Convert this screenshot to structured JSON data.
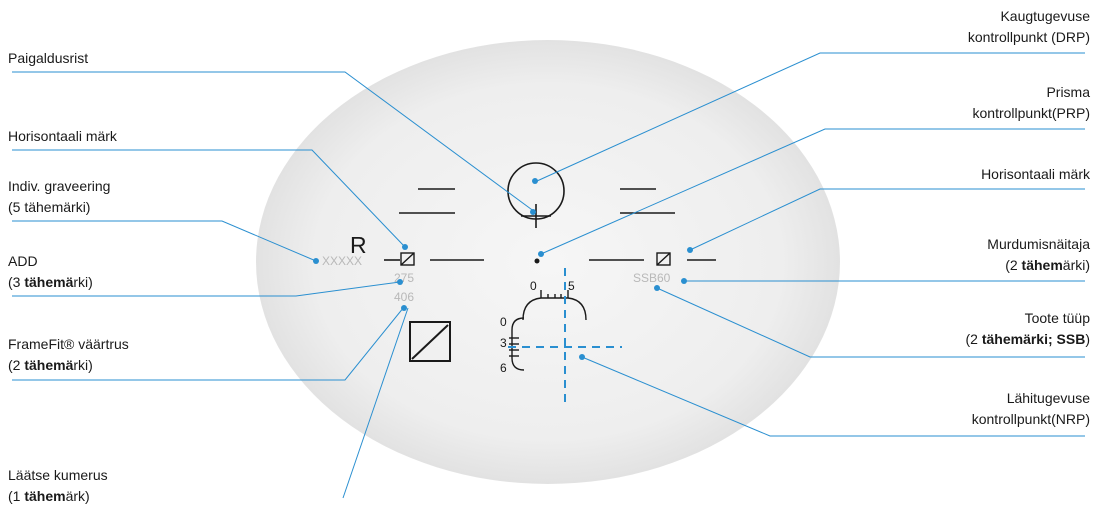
{
  "lens": {
    "letter": "R",
    "engraving_placeholder": "XXXXX",
    "add_value": "275",
    "framefit_value": "406",
    "product_code": "SSB60",
    "scale_top_left": "0",
    "scale_top_right": "5",
    "scale_left_top": "0",
    "scale_left_mid": "3",
    "scale_left_bottom": "6"
  },
  "labels_left": {
    "paigaldusrist": "Paigaldusrist",
    "horisontaali_mark": "Horisontaali märk",
    "indiv_graveering_line1": "Indiv. graveering",
    "indiv_graveering_line2": "(5 tähemärki)",
    "add_title": "ADD",
    "add_sub_pre": "(3 ",
    "add_sub_bold": "tähemä",
    "add_sub_post": "rki)",
    "framefit_title": "FrameFit® väärtrus",
    "framefit_sub_pre": "(2 ",
    "framefit_sub_bold": "tähemä",
    "framefit_sub_post": "rki)",
    "kumerus_title": "Läätse kumerus",
    "kumerus_sub_pre": "(1 ",
    "kumerus_sub_bold": "tähem",
    "kumerus_sub_post": "ärk)"
  },
  "labels_right": {
    "drp_line1": "Kaugtugevuse",
    "drp_line2": "kontrollpunkt (DRP)",
    "prp_line1": "Prisma",
    "prp_line2": "kontrollpunkt(PRP)",
    "horisontaali_mark": "Horisontaali märk",
    "murdumis_title": "Murdumisnäitaja",
    "murdumis_sub_pre": "(2 ",
    "murdumis_sub_bold": "tähem",
    "murdumis_sub_mid": "ä",
    "murdumis_sub_post": "rki)",
    "toote_title": "Toote tüüp",
    "toote_sub_pre": "(2 ",
    "toote_sub_bold1": "tähemärki; ",
    "toote_sub_bold2": "SSB",
    "toote_sub_post": ")",
    "nrp_line1": "Lähitugevuse",
    "nrp_line2": "kontrollpunkt(NRP)"
  },
  "colors": {
    "lens_fill": "#ececec",
    "leader_line": "#2a8fd0",
    "dot": "#2a8fd0",
    "engraving_gray": "#b8b8b8",
    "crosshair_dash": "#2a8fd0",
    "text": "#1a1a1a"
  }
}
